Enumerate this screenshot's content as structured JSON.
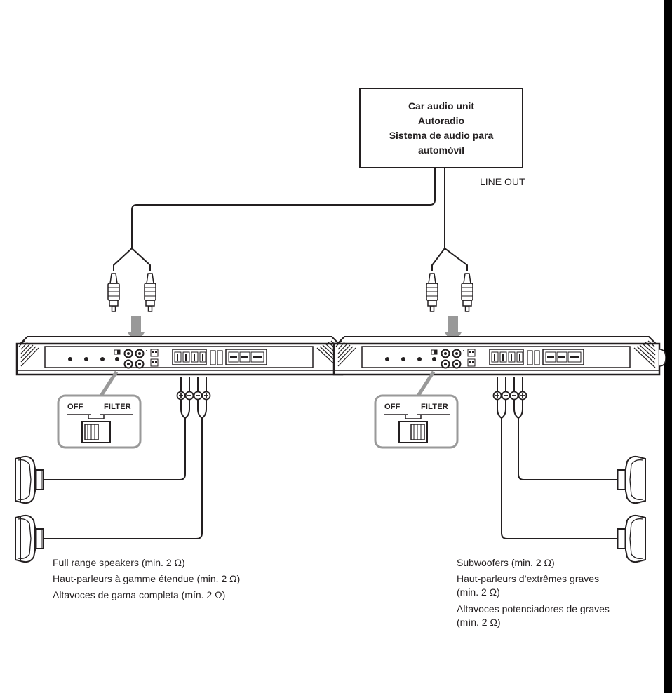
{
  "source_unit": {
    "lines": [
      "Car audio unit",
      "Autoradio",
      "Sistema de audio para",
      "automóvil"
    ]
  },
  "line_out_label": "LINE OUT",
  "switch_left": {
    "off_label": "OFF",
    "filter_label": "FILTER"
  },
  "switch_right": {
    "off_label": "OFF",
    "filter_label": "FILTER"
  },
  "speaker_label_left": [
    "Full range speakers (min. 2 Ω)",
    "Haut-parleurs à gamme étendue (min. 2 Ω)",
    "Altavoces de gama completa (mín. 2 Ω)"
  ],
  "speaker_label_right": [
    "Subwoofers (min. 2 Ω)",
    "Haut-parleurs d’extrêmes graves",
    "(min. 2 Ω)",
    "Altavoces potenciadores de graves",
    "(mín. 2 Ω)"
  ]
}
